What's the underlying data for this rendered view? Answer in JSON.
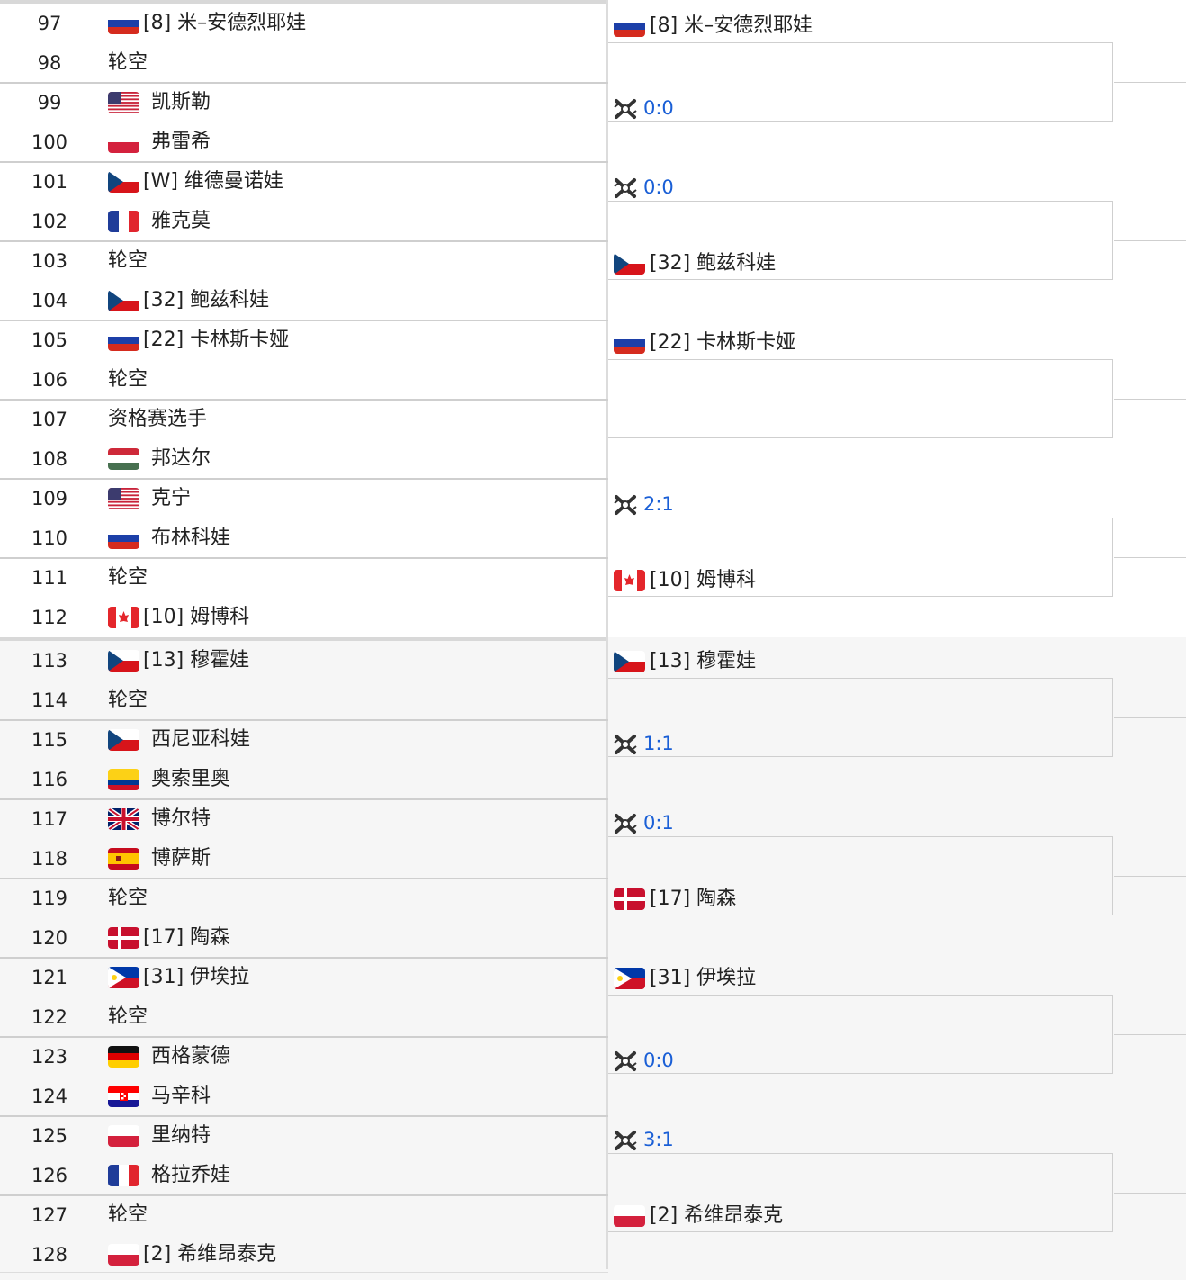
{
  "colors": {
    "score": "#1a5fd6",
    "border": "#cfcfcf"
  },
  "left_rows": [
    {
      "num": "97",
      "flag": "russia",
      "name": "[8] 米–安德烈耶娃"
    },
    {
      "num": "98",
      "flag": null,
      "name": "轮空"
    },
    {
      "num": "99",
      "flag": "usa",
      "name": "凯斯勒"
    },
    {
      "num": "100",
      "flag": "poland",
      "name": "弗雷希"
    },
    {
      "num": "101",
      "flag": "czech",
      "name": "[W] 维德曼诺娃"
    },
    {
      "num": "102",
      "flag": "france",
      "name": "雅克莫"
    },
    {
      "num": "103",
      "flag": null,
      "name": "轮空"
    },
    {
      "num": "104",
      "flag": "czech",
      "name": "[32] 鲍兹科娃"
    },
    {
      "num": "105",
      "flag": "russia",
      "name": "[22] 卡林斯卡娅"
    },
    {
      "num": "106",
      "flag": null,
      "name": "轮空"
    },
    {
      "num": "107",
      "flag": null,
      "name": "资格赛选手"
    },
    {
      "num": "108",
      "flag": "hungary",
      "name": "邦达尔"
    },
    {
      "num": "109",
      "flag": "usa",
      "name": "克宁"
    },
    {
      "num": "110",
      "flag": "russia",
      "name": "布林科娃"
    },
    {
      "num": "111",
      "flag": null,
      "name": "轮空"
    },
    {
      "num": "112",
      "flag": "canada",
      "name": "[10] 姆博科"
    },
    {
      "num": "113",
      "flag": "czech",
      "name": "[13] 穆霍娃"
    },
    {
      "num": "114",
      "flag": null,
      "name": "轮空"
    },
    {
      "num": "115",
      "flag": "czech",
      "name": "西尼亚科娃"
    },
    {
      "num": "116",
      "flag": "colombia",
      "name": "奥索里奥"
    },
    {
      "num": "117",
      "flag": "uk",
      "name": "博尔特"
    },
    {
      "num": "118",
      "flag": "spain",
      "name": "博萨斯"
    },
    {
      "num": "119",
      "flag": null,
      "name": "轮空"
    },
    {
      "num": "120",
      "flag": "denmark",
      "name": "[17] 陶森"
    },
    {
      "num": "121",
      "flag": "philippines",
      "name": "[31] 伊埃拉"
    },
    {
      "num": "122",
      "flag": null,
      "name": "轮空"
    },
    {
      "num": "123",
      "flag": "germany",
      "name": "西格蒙德"
    },
    {
      "num": "124",
      "flag": "croatia",
      "name": "马辛科"
    },
    {
      "num": "125",
      "flag": "poland",
      "name": "里纳特"
    },
    {
      "num": "126",
      "flag": "france",
      "name": "格拉乔娃"
    },
    {
      "num": "127",
      "flag": null,
      "name": "轮空"
    },
    {
      "num": "128",
      "flag": "poland",
      "name": "[2] 希维昂泰克"
    }
  ],
  "matches": [
    {
      "kind": "player",
      "flag": "russia",
      "name": "[8] 米–安德烈耶娃"
    },
    {
      "kind": "score",
      "value": "0:0"
    },
    {
      "kind": "score",
      "value": "0:0"
    },
    {
      "kind": "player",
      "flag": "czech",
      "name": "[32] 鲍兹科娃"
    },
    {
      "kind": "player",
      "flag": "russia",
      "name": "[22] 卡林斯卡娅"
    },
    {
      "kind": "empty"
    },
    {
      "kind": "score",
      "value": "2:1"
    },
    {
      "kind": "player",
      "flag": "canada",
      "name": "[10] 姆博科"
    },
    {
      "kind": "player",
      "flag": "czech",
      "name": "[13] 穆霍娃"
    },
    {
      "kind": "score",
      "value": "1:1"
    },
    {
      "kind": "score",
      "value": "0:1"
    },
    {
      "kind": "player",
      "flag": "denmark",
      "name": "[17] 陶森"
    },
    {
      "kind": "player",
      "flag": "philippines",
      "name": "[31] 伊埃拉"
    },
    {
      "kind": "score",
      "value": "0:0"
    },
    {
      "kind": "score",
      "value": "3:1"
    },
    {
      "kind": "player",
      "flag": "poland",
      "name": "[2] 希维昂泰克"
    }
  ]
}
